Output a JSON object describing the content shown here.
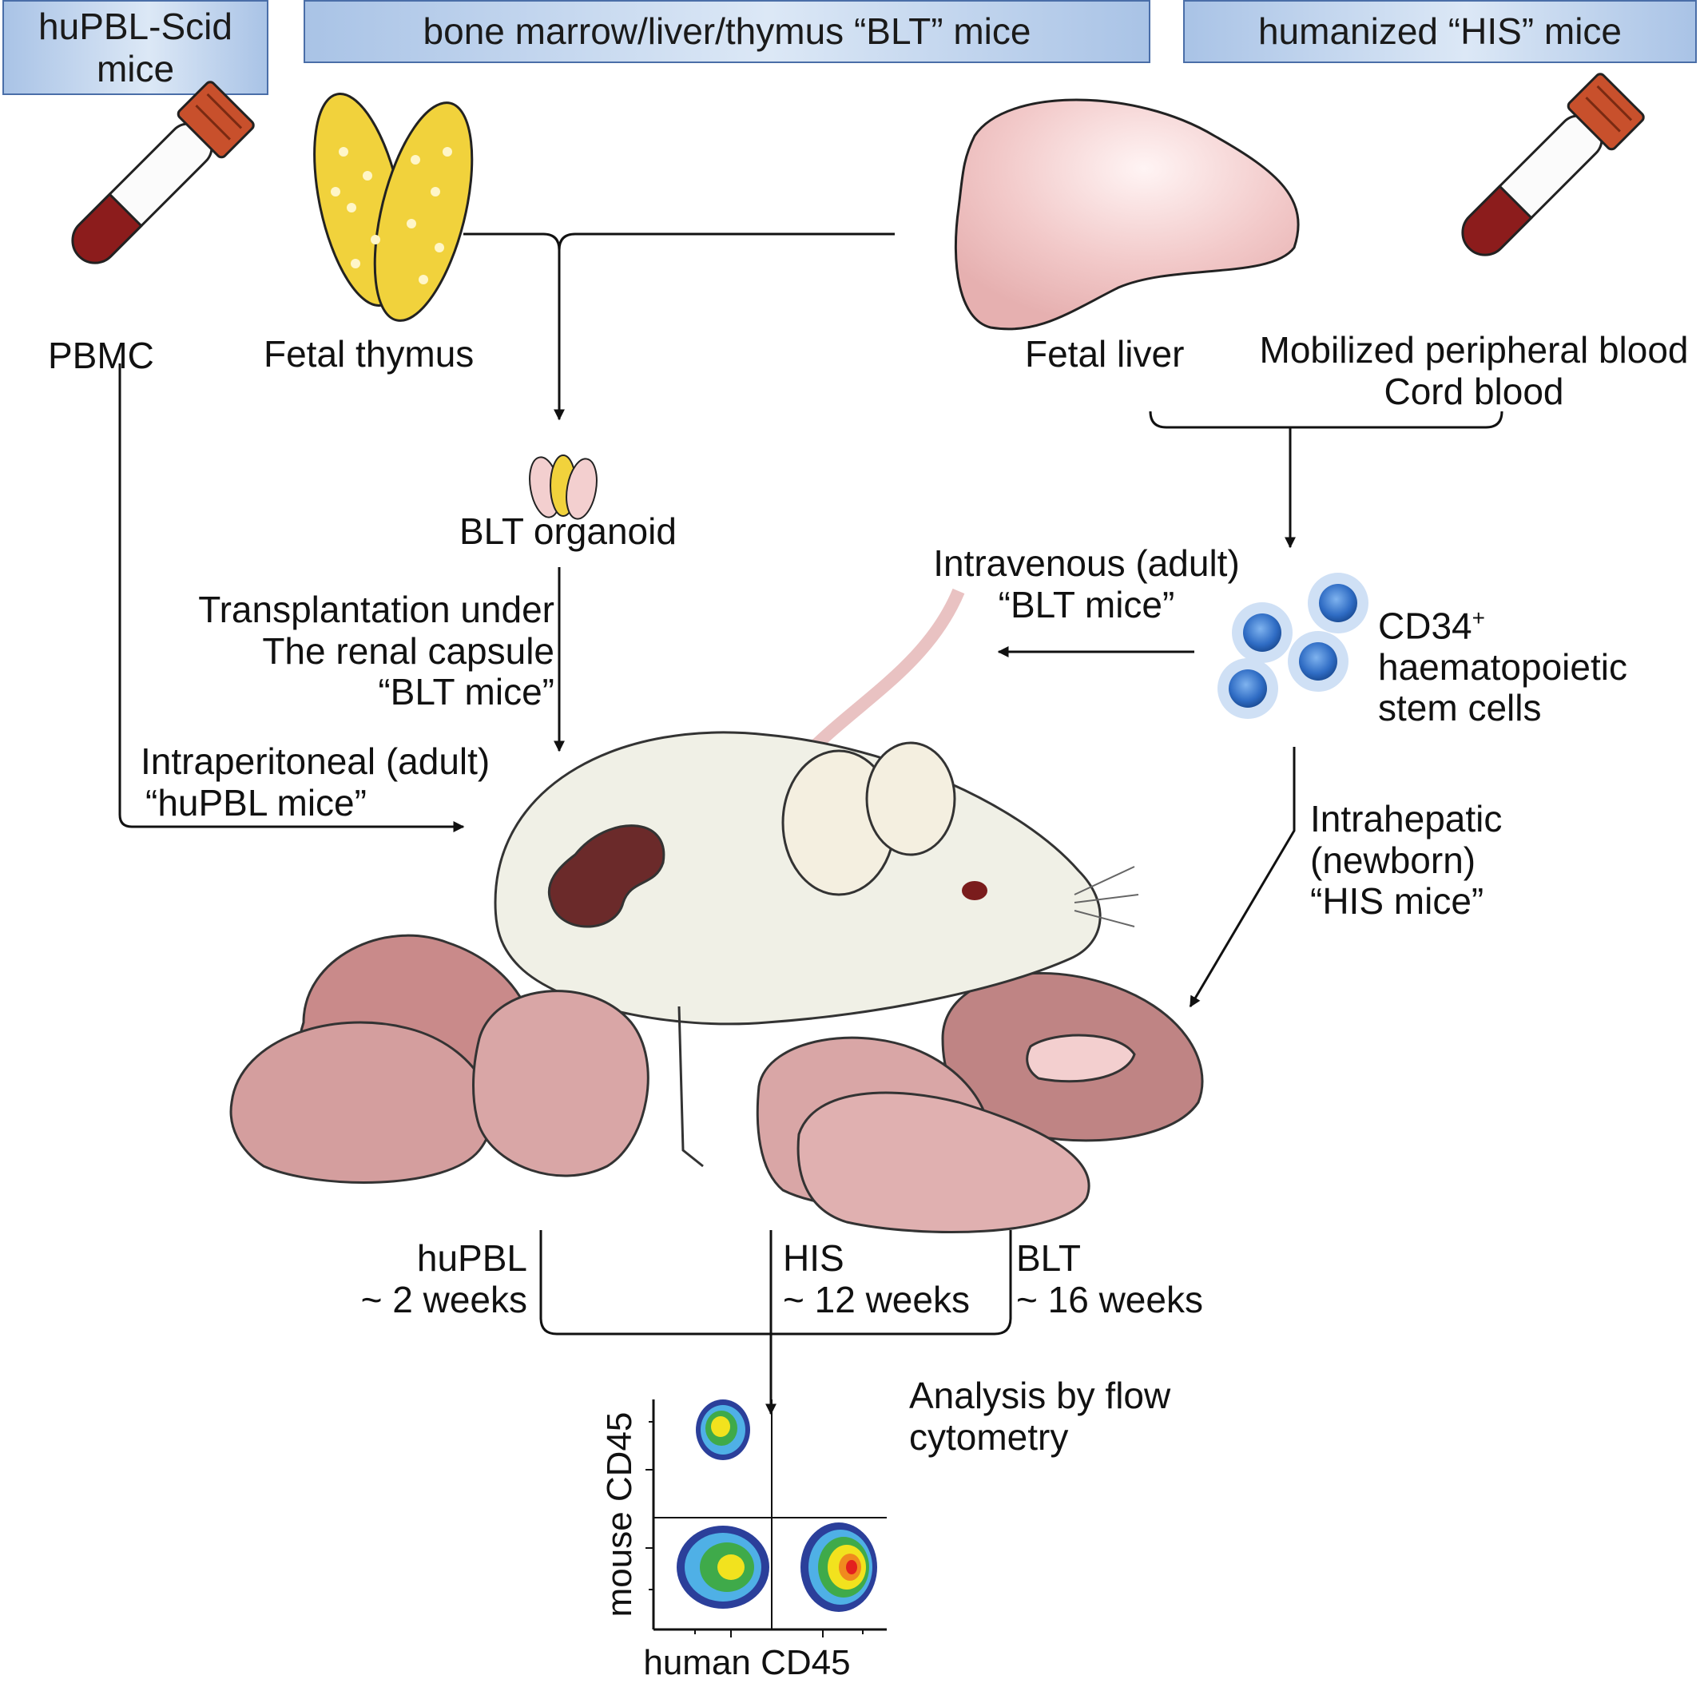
{
  "headers": {
    "hupbl": [
      "huPBL-Scid",
      "mice"
    ],
    "blt": "bone marrow/liver/thymus “BLT” mice",
    "his": "humanized “HIS” mice"
  },
  "sources": {
    "pbmc": "PBMC",
    "fetal_thymus": "Fetal thymus",
    "fetal_liver": "Fetal liver",
    "blood": [
      "Mobilized peripheral blood",
      "Cord blood"
    ]
  },
  "blt_organoid": "BLT organoid",
  "routes": {
    "transplant": [
      "Transplantation under",
      "The renal capsule",
      "“BLT mice”"
    ],
    "intraperitoneal": [
      "Intraperitoneal (adult)",
      "“huPBL mice”"
    ],
    "intravenous": [
      "Intravenous (adult)",
      "“BLT mice”"
    ],
    "intrahepatic": [
      "Intrahepatic",
      "(newborn)",
      "“HIS mice”"
    ]
  },
  "stem_cells": {
    "cd34": "CD34",
    "sup": "+",
    "lines": [
      "haematopoietic",
      "stem cells"
    ]
  },
  "timelines": {
    "hupbl": [
      "huPBL",
      "~ 2 weeks"
    ],
    "his": [
      "HIS",
      "~ 12 weeks"
    ],
    "blt": [
      "BLT",
      "~ 16 weeks"
    ]
  },
  "analysis": [
    "Analysis by flow",
    "cytometry"
  ],
  "flow_plot": {
    "ylabel": "mouse CD45",
    "xlabel": "human CD45"
  },
  "colors": {
    "header_fill": "#a9c3e6",
    "header_border": "#4a6ea8",
    "blood": "#8c1c1c",
    "cap": "#c8502c",
    "thymus": "#f1d23c",
    "liver": "#f3cfcf",
    "cell": "#3f7fd0",
    "mouse_body": "#f0f0e6",
    "pup": "#c98a8a"
  }
}
